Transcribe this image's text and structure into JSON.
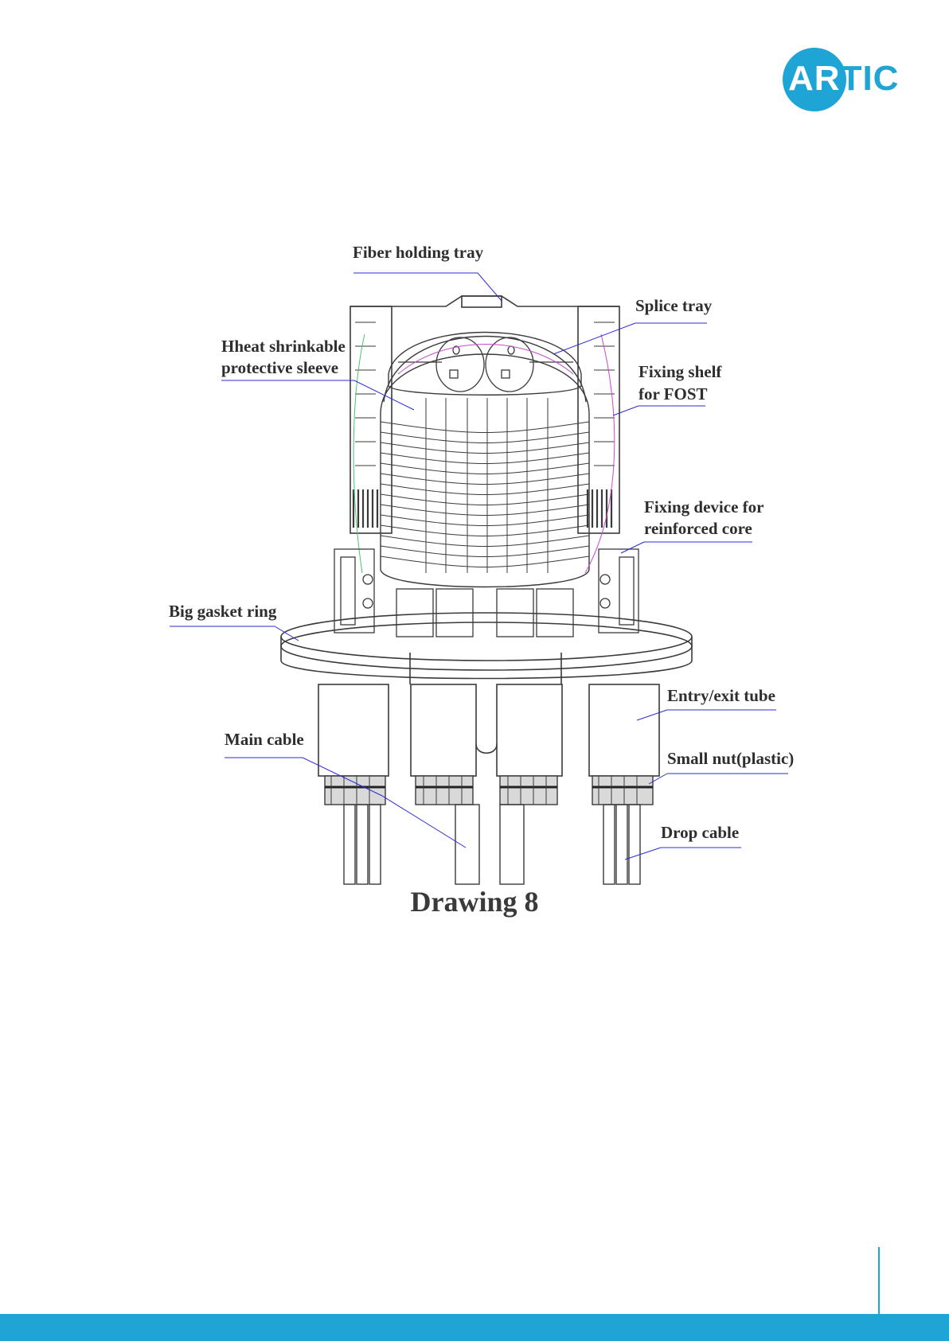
{
  "brand": {
    "logo_text_head": "AR",
    "logo_text_tail": "TIC",
    "color": "#1ea5d6"
  },
  "diagram": {
    "labels": {
      "fiber_holding_tray": "Fiber holding tray",
      "splice_tray": "Splice tray",
      "heat_shrink_line1": "Hheat shrinkable",
      "heat_shrink_line2": "protective sleeve",
      "fixing_shelf_line1": "Fixing shelf",
      "fixing_shelf_line2": "for FOST",
      "fixing_device_line1": "Fixing device for",
      "fixing_device_line2": "reinforced core",
      "big_gasket_ring": "Big gasket ring",
      "entry_exit_tube": "Entry/exit tube",
      "main_cable": "Main cable",
      "small_nut": "Small nut(plastic)",
      "drop_cable": "Drop cable"
    },
    "caption": "Drawing 8",
    "leader_color": "#2b2bd6",
    "line_color": "#3a3a3a"
  }
}
